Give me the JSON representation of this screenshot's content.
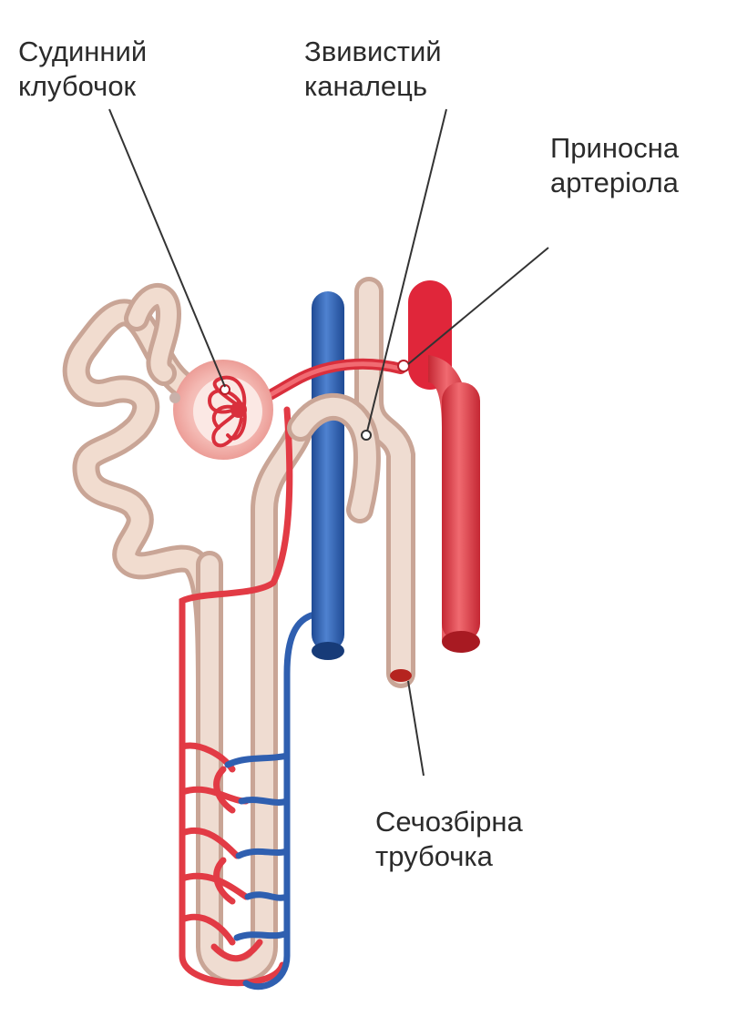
{
  "labels": {
    "glomerulus": {
      "line1": "Судинний",
      "line2": "клубочок"
    },
    "convoluted_tubule": {
      "line1": "Звивистий",
      "line2": "каналець"
    },
    "afferent_arteriole": {
      "line1": "Приносна",
      "line2": "артеріола"
    },
    "collecting_duct": {
      "line1": "Сечозбірна",
      "line2": "трубочка"
    }
  },
  "colors": {
    "artery": "#e23b45",
    "artery_light": "#f28a8f",
    "vein": "#2f5fb0",
    "tubule": "#ecd2c4",
    "tubule_edge": "#c9a596",
    "capsule": "#f4b9b3",
    "leader": "#333333"
  }
}
